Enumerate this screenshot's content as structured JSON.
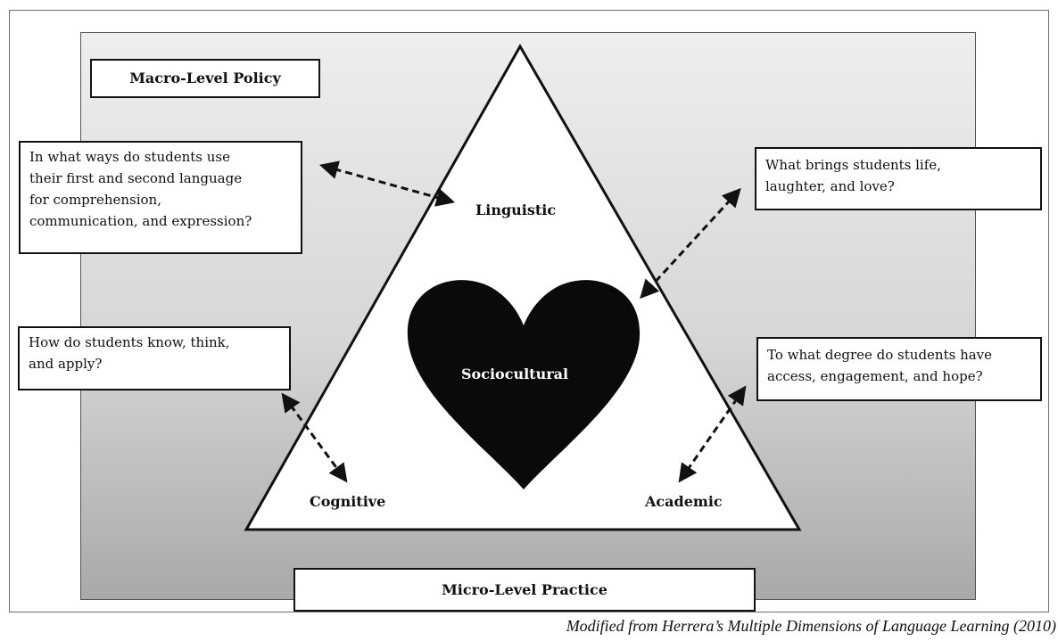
{
  "dimensions": {
    "top": "Macro-Level Policy",
    "bottom": "Micro-Level Practice"
  },
  "vertices": {
    "linguistic": "Linguistic",
    "cognitive": "Cognitive",
    "academic": "Academic",
    "center": "Sociocultural"
  },
  "questions": {
    "linguistic": [
      "In what ways do students use",
      "their first and second language",
      "for comprehension,",
      "communication, and expression?"
    ],
    "sociocultural": [
      "What brings students life,",
      "laughter, and love?"
    ],
    "cognitive": [
      "How do students know, think,",
      "and apply?"
    ],
    "academic": [
      "To what degree do students have",
      "access, engagement, and hope?"
    ]
  },
  "credit": "Modified from Herrera’s Multiple Dimensions of Language Learning (2010)",
  "colors": {
    "heart": "#0a0a0a",
    "outline": "#111111"
  }
}
